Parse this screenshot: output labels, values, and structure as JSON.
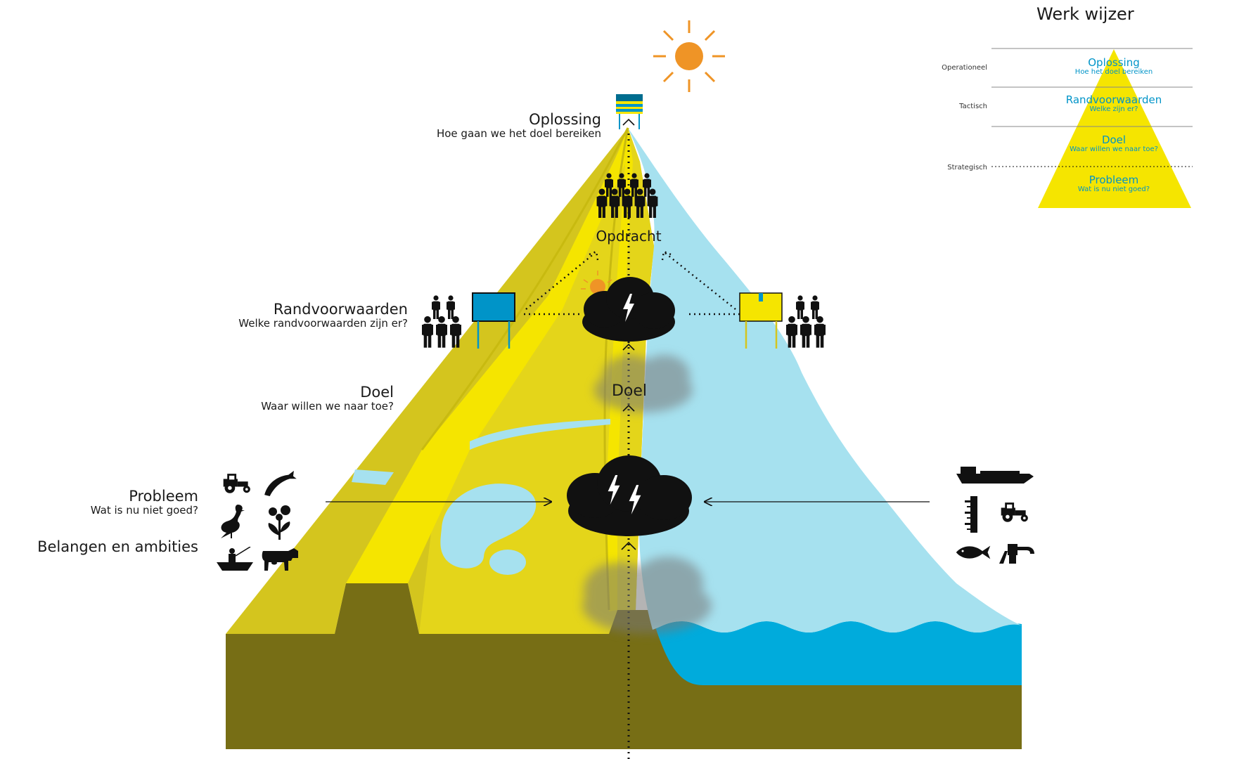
{
  "diagram": {
    "peak": {
      "title": "Oplossing",
      "subtitle": "Hoe gaan we het doel bereiken"
    },
    "center": {
      "opdracht": "Opdracht",
      "doel": "Doel"
    },
    "levels": {
      "randvoorwaarden": {
        "title": "Randvoorwaarden",
        "subtitle": "Welke randvoorwaarden zijn er?"
      },
      "doel": {
        "title": "Doel",
        "subtitle": "Waar willen we naar toe?"
      },
      "probleem": {
        "title": "Probleem",
        "subtitle": "Wat is nu niet goed?"
      },
      "belangen": {
        "title": "Belangen en ambities"
      }
    },
    "icons_left": [
      "tractor-icon",
      "fish-icon",
      "heron-icon",
      "flower-icon",
      "angler-boat-icon",
      "cow-icon"
    ],
    "icons_right": [
      "ship-icon",
      "water-gauge-icon",
      "tractor-icon",
      "fish-icon",
      "pump-icon"
    ]
  },
  "legend": {
    "title": "Werk wijzer",
    "levels": [
      {
        "title": "Oplossing",
        "subtitle": "Hoe het doel bereiken"
      },
      {
        "title": "Randvoorwaarden",
        "subtitle": "Welke zijn er?"
      },
      {
        "title": "Doel",
        "subtitle": "Waar willen we naar toe?"
      },
      {
        "title": "Probleem",
        "subtitle": "Wat is nu niet goed?"
      }
    ],
    "tags": {
      "operationeel": "Operationeel",
      "tactisch": "Tactisch",
      "strategisch": "Strategisch"
    }
  },
  "colors": {
    "dike_yellow": "#d4c51e",
    "road_yellow": "#f5e500",
    "water_light": "#a6e1ef",
    "water_deep": "#00abdc",
    "soil": "#776e15",
    "sun": "#ef9426",
    "accent_blue": "#0094c8"
  }
}
